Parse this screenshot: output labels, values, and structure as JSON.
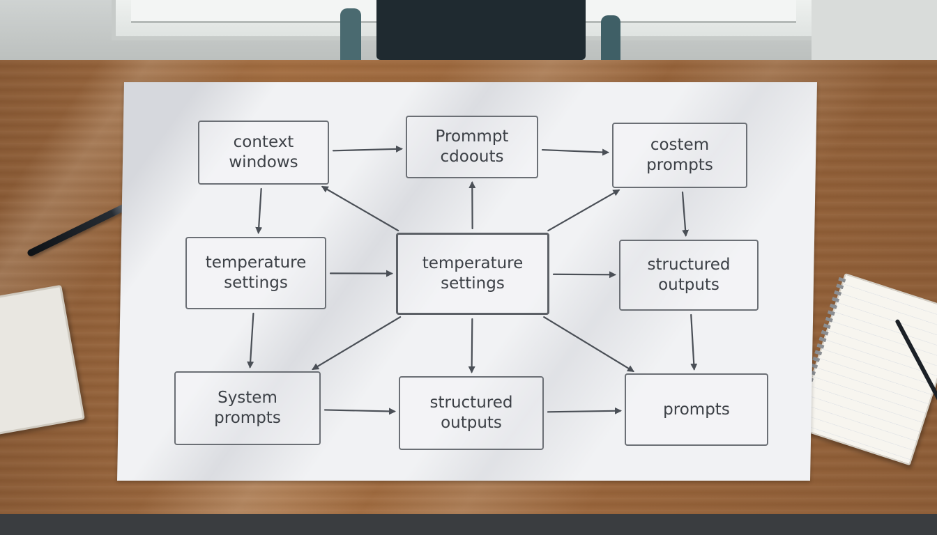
{
  "diagram": {
    "boxes": [
      {
        "id": "context",
        "label": "context\nwindows"
      },
      {
        "id": "prompt",
        "label": "Prommpt\ncdoouts"
      },
      {
        "id": "costem",
        "label": "costem\nprompts"
      },
      {
        "id": "temp_left",
        "label": "temperature\nsettings"
      },
      {
        "id": "temp_center",
        "label": "temperature\nsettings"
      },
      {
        "id": "structured_right",
        "label": "structured\noutputs"
      },
      {
        "id": "system",
        "label": "System\nprompts"
      },
      {
        "id": "structured_bottom",
        "label": "structured\noutputs"
      },
      {
        "id": "prompts",
        "label": "prompts"
      }
    ],
    "edges": [
      {
        "from": "context",
        "to": "prompt"
      },
      {
        "from": "prompt",
        "to": "costem"
      },
      {
        "from": "context",
        "to": "temp_left"
      },
      {
        "from": "costem",
        "to": "structured_right"
      },
      {
        "from": "temp_left",
        "to": "temp_center"
      },
      {
        "from": "temp_center",
        "to": "structured_right"
      },
      {
        "from": "temp_center",
        "to": "context"
      },
      {
        "from": "temp_center",
        "to": "prompt"
      },
      {
        "from": "temp_center",
        "to": "costem"
      },
      {
        "from": "temp_left",
        "to": "system"
      },
      {
        "from": "temp_center",
        "to": "system"
      },
      {
        "from": "temp_center",
        "to": "structured_bottom"
      },
      {
        "from": "temp_center",
        "to": "prompts"
      },
      {
        "from": "structured_right",
        "to": "prompts"
      },
      {
        "from": "system",
        "to": "structured_bottom"
      },
      {
        "from": "structured_bottom",
        "to": "prompts"
      }
    ]
  },
  "colors": {
    "ink": "#4a4f56",
    "paper": "#f1f2f4",
    "desk": "#9a653a"
  }
}
